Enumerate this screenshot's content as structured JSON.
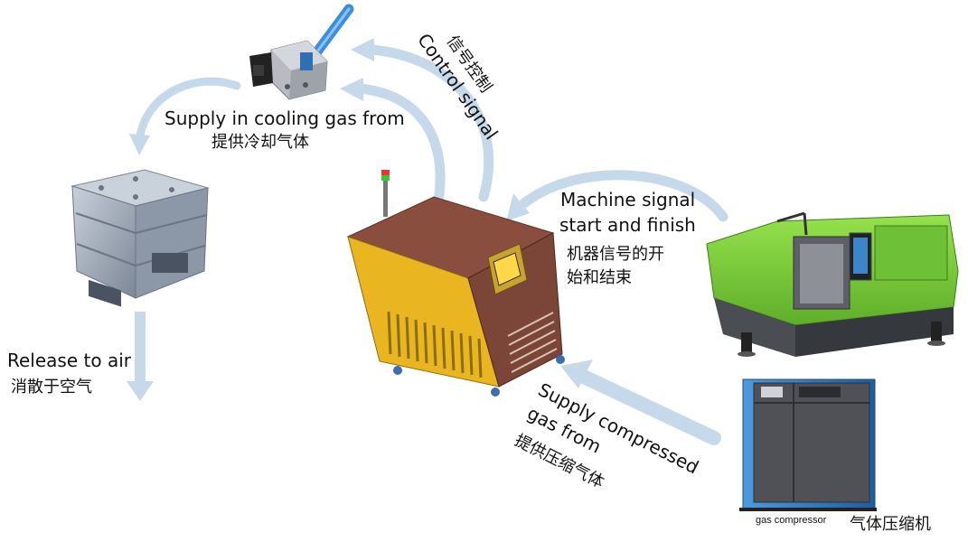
{
  "labels": {
    "supply_cooling_en": "Supply in cooling gas from",
    "supply_cooling_cn": "提供冷却气体",
    "control_cn": "信号控制",
    "control_en": "Control signal",
    "machine_signal_en_1": "Machine signal",
    "machine_signal_en_2": "start and finish",
    "machine_signal_cn_1": "机器信号的开",
    "machine_signal_cn_2": "始和结束",
    "release_en": "Release to air",
    "release_cn": "消散于空气",
    "compressed_en_1": "Supply compressed",
    "compressed_en_2": "gas from",
    "compressed_cn": "提供压缩气体",
    "compressor_en": "gas compressor",
    "compressor_cn": "气体压缩机"
  },
  "colors": {
    "arrow": "#c5d9ea",
    "chiller_body": "#e9b520",
    "chiller_top": "#8a4e3e",
    "chiller_side": "#7b4537",
    "screen": "#ffd84a",
    "machine_green": "#7fd13b",
    "machine_dark": "#3c3f44",
    "compressor_blue": "#2e7bc4",
    "compressor_grey": "#4f5157",
    "mold": "#9aa6b6",
    "nozzle_grey": "#b8bcc2",
    "nozzle_blue": "#3d8ee0"
  }
}
